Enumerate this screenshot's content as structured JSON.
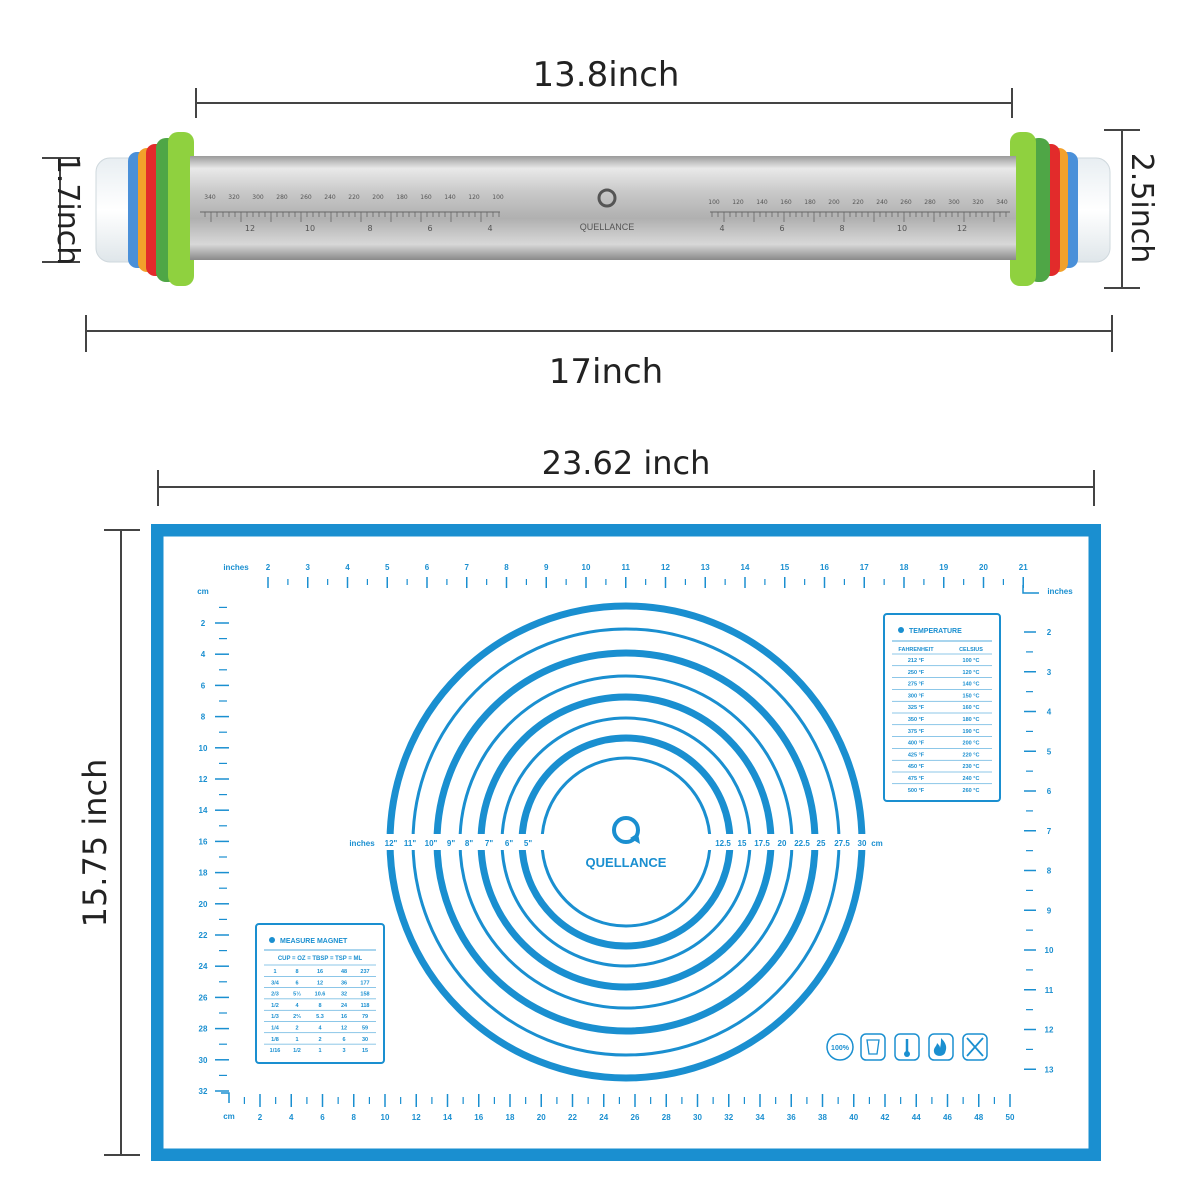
{
  "rolling_pin": {
    "dim_top": "13.8inch",
    "dim_bottom": "17inch",
    "dim_left": "1.7inch",
    "dim_right": "2.5inch",
    "brand": "QUELLANCE",
    "scale_left": [
      "340",
      "320",
      "300",
      "280",
      "260",
      "240",
      "220",
      "200",
      "180",
      "160",
      "140",
      "120",
      "100"
    ],
    "scale_right": [
      "100",
      "120",
      "140",
      "160",
      "180",
      "200",
      "220",
      "240",
      "260",
      "280",
      "300",
      "320",
      "340"
    ],
    "scale_left_inches": [
      "12",
      "10",
      "8",
      "6",
      "4"
    ],
    "scale_right_inches": [
      "4",
      "6",
      "8",
      "10",
      "12"
    ]
  },
  "mat": {
    "dim_top": "23.62 inch",
    "dim_left": "15.75 inch",
    "brand": "QUELLANCE",
    "top_unit": "inches",
    "top_ruler": [
      "2",
      "3",
      "4",
      "5",
      "6",
      "7",
      "8",
      "9",
      "10",
      "11",
      "12",
      "13",
      "14",
      "15",
      "16",
      "17",
      "18",
      "19",
      "20",
      "21"
    ],
    "left_unit": "cm",
    "left_ruler": [
      "2",
      "4",
      "6",
      "8",
      "10",
      "12",
      "14",
      "16",
      "18",
      "20",
      "22",
      "24",
      "26",
      "28",
      "30",
      "32"
    ],
    "right_unit": "inches",
    "right_ruler": [
      "2",
      "3",
      "4",
      "5",
      "6",
      "7",
      "8",
      "9",
      "10",
      "11",
      "12",
      "13"
    ],
    "bottom_unit": "cm",
    "bottom_ruler": [
      "2",
      "4",
      "6",
      "8",
      "10",
      "12",
      "14",
      "16",
      "18",
      "20",
      "22",
      "24",
      "26",
      "28",
      "30",
      "32",
      "34",
      "36",
      "38",
      "40",
      "42",
      "44",
      "46",
      "48",
      "50"
    ],
    "circle_left_unit": "inches",
    "circle_left": [
      "12\"",
      "11\"",
      "10\"",
      "9\"",
      "8\"",
      "7\"",
      "6\"",
      "5\""
    ],
    "circle_right": [
      "12.5",
      "15",
      "17.5",
      "20",
      "22.5",
      "25",
      "27.5",
      "30"
    ],
    "circle_right_unit": "cm",
    "temperature": {
      "title": "TEMPERATURE",
      "headers": [
        "FAHRENHEIT",
        "CELSIUS"
      ],
      "rows": [
        [
          "212 °F",
          "100 °C"
        ],
        [
          "250 °F",
          "120 °C"
        ],
        [
          "275 °F",
          "140 °C"
        ],
        [
          "300 °F",
          "150 °C"
        ],
        [
          "325 °F",
          "160 °C"
        ],
        [
          "350 °F",
          "180 °C"
        ],
        [
          "375 °F",
          "190 °C"
        ],
        [
          "400 °F",
          "200 °C"
        ],
        [
          "425 °F",
          "220 °C"
        ],
        [
          "450 °F",
          "230 °C"
        ],
        [
          "475 °F",
          "240 °C"
        ],
        [
          "500 °F",
          "260 °C"
        ]
      ]
    },
    "measure": {
      "title": "MEASURE MAGNET",
      "header": "CUP = OZ = TBSP = TSP = ML",
      "rows": [
        [
          "1",
          "8",
          "16",
          "48",
          "237"
        ],
        [
          "3/4",
          "6",
          "12",
          "36",
          "177"
        ],
        [
          "2/3",
          "5⅓",
          "10.6",
          "32",
          "158"
        ],
        [
          "1/2",
          "4",
          "8",
          "24",
          "118"
        ],
        [
          "1/3",
          "2⅔",
          "5.3",
          "16",
          "79"
        ],
        [
          "1/4",
          "2",
          "4",
          "12",
          "59"
        ],
        [
          "1/8",
          "1",
          "2",
          "6",
          "30"
        ],
        [
          "1/16",
          "1/2",
          "1",
          "3",
          "15"
        ]
      ]
    },
    "badge_text": "100%",
    "icons": [
      "food-grade-badge-icon",
      "cup-icon",
      "thermometer-icon",
      "flame-icon",
      "no-knife-icon"
    ]
  }
}
